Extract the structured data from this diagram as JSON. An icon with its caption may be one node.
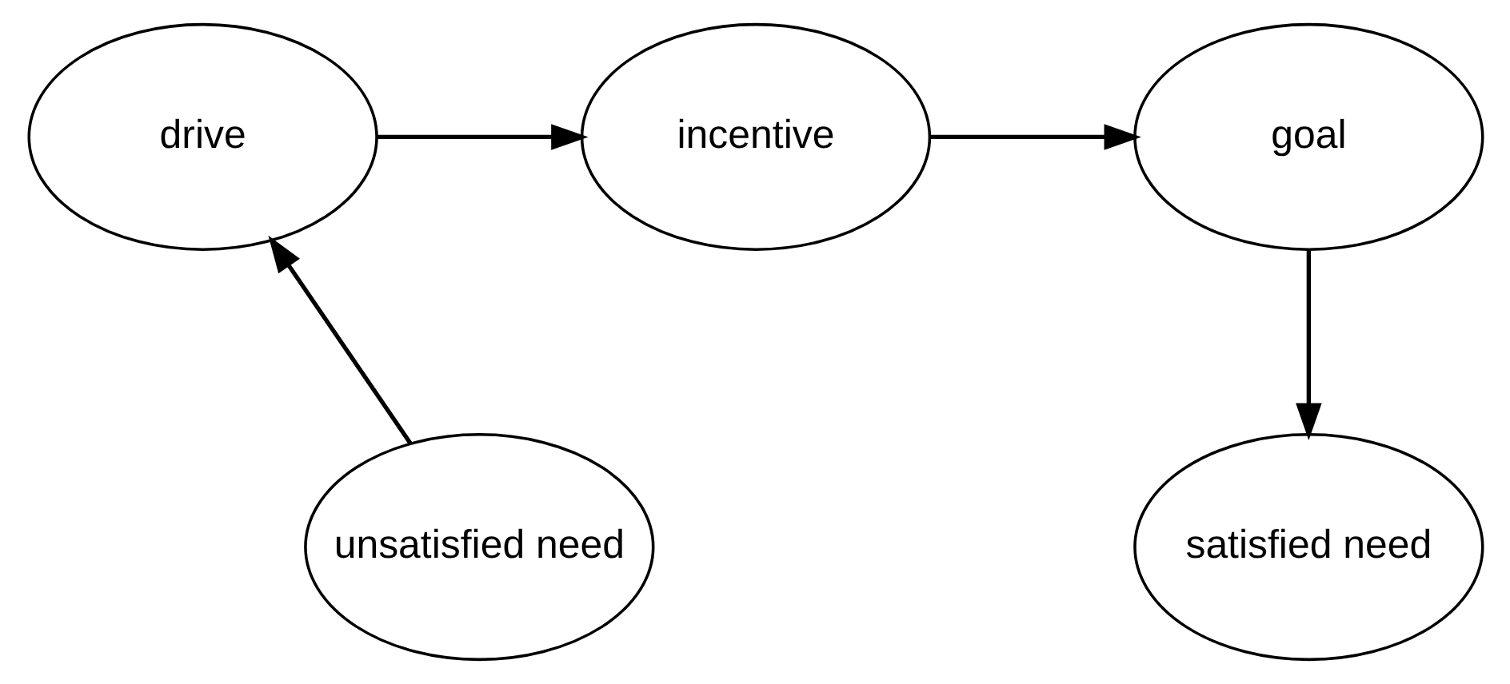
{
  "diagram": {
    "nodes": [
      {
        "text": [
          "drive"
        ]
      },
      {
        "text": [
          "incentive"
        ]
      },
      {
        "text": [
          "goal"
        ]
      },
      {
        "text": [
          "unsatisfied need"
        ]
      },
      {
        "text": [
          "satisfied need"
        ]
      }
    ],
    "edges": [
      {
        "from": 3,
        "to": 0,
        "arrow": "to"
      },
      {
        "from": 0,
        "to": 1,
        "arrow": "to"
      },
      {
        "from": 1,
        "to": 2,
        "arrow": "to"
      },
      {
        "from": 2,
        "to": 4,
        "arrow": "to"
      }
    ]
  }
}
